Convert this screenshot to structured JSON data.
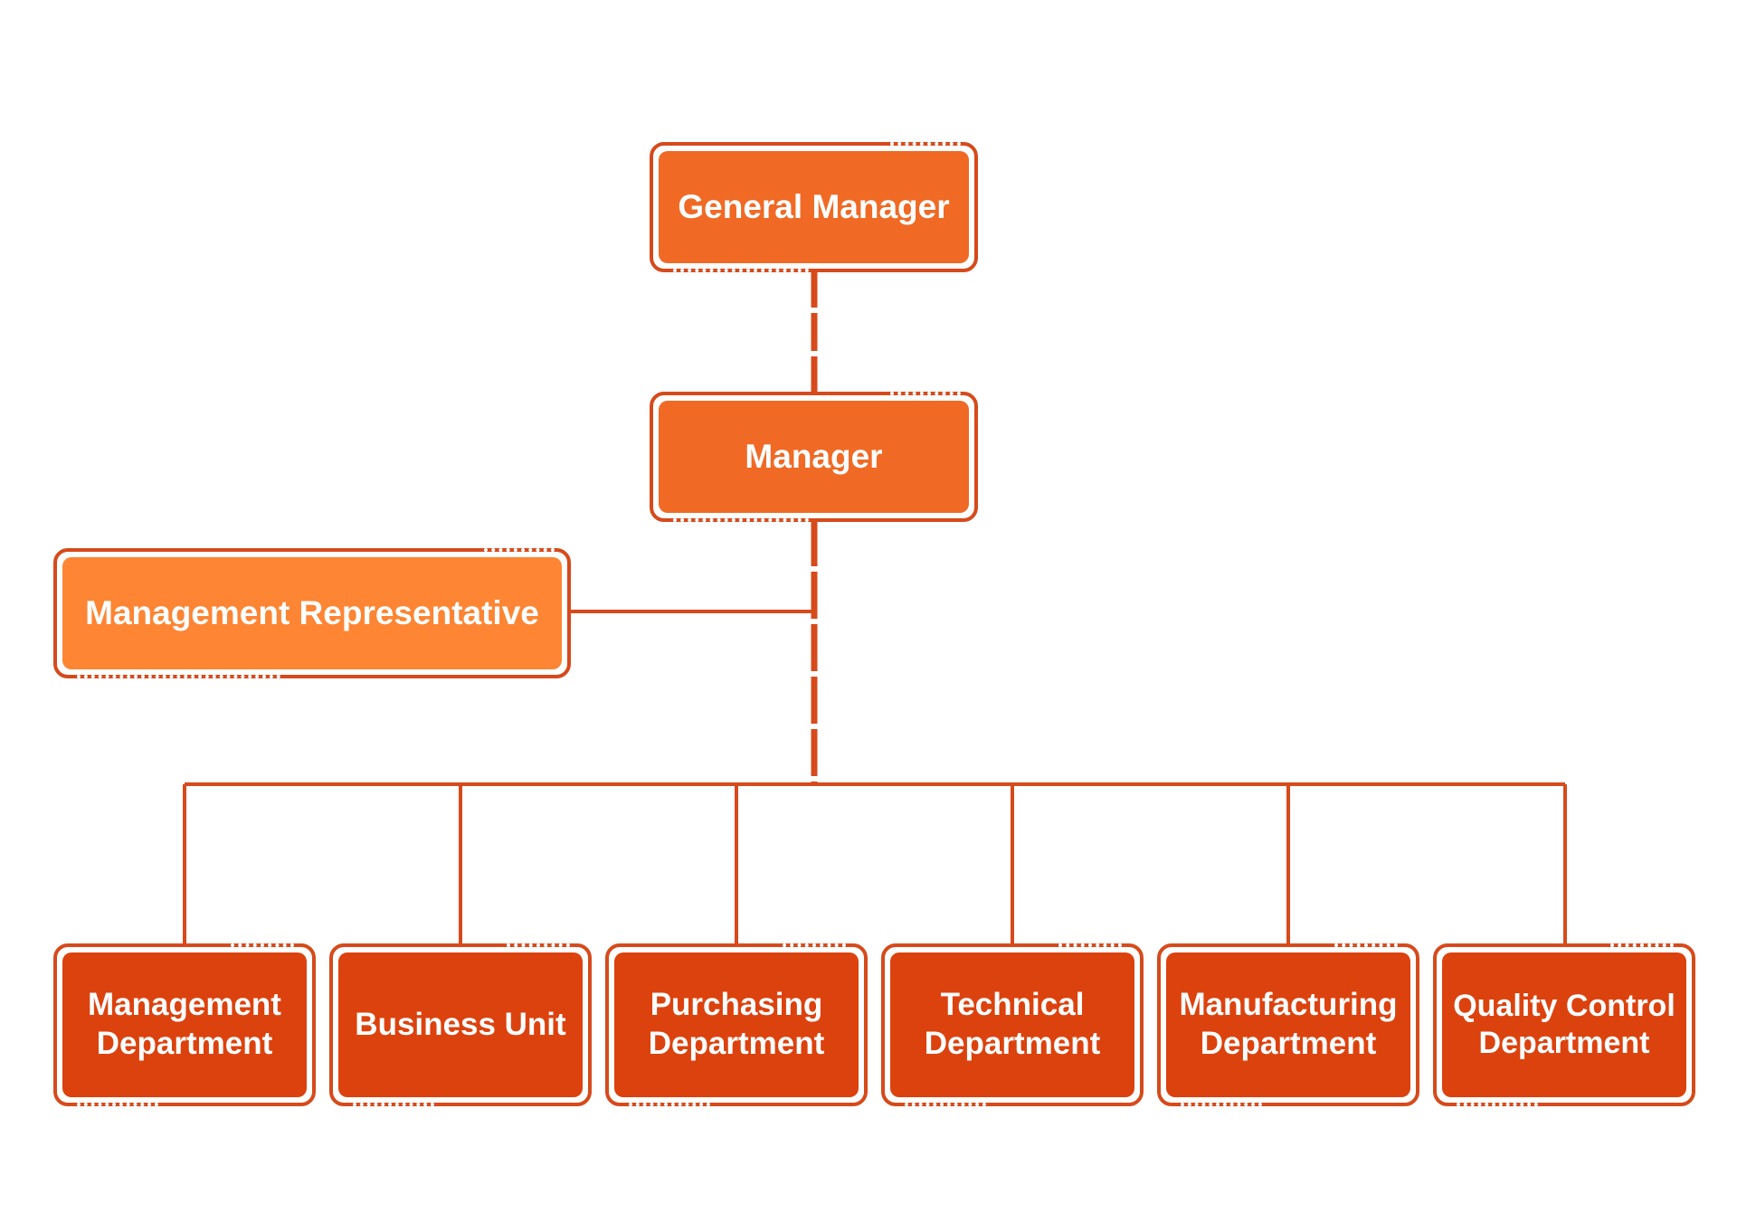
{
  "colors": {
    "line": "#d64a1b",
    "root_fill": "#f06a25",
    "representative_fill": "#fd8533",
    "department_fill": "#dc420e",
    "text": "#ffffff"
  },
  "org_chart": {
    "general_manager": {
      "label": "General Manager"
    },
    "manager": {
      "label": "Manager"
    },
    "representative": {
      "label": "Management Representative"
    },
    "departments": [
      {
        "label": "Management\nDepartment"
      },
      {
        "label": "Business Unit"
      },
      {
        "label": "Purchasing\nDepartment"
      },
      {
        "label": "Technical\nDepartment"
      },
      {
        "label": "Manufacturing\nDepartment"
      },
      {
        "label": "Quality Control\nDepartment"
      }
    ]
  }
}
